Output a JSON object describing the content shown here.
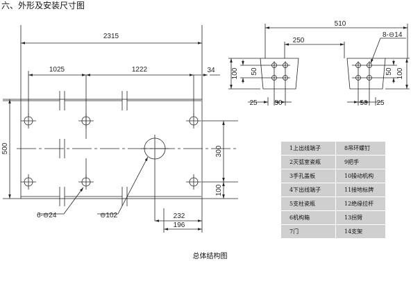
{
  "heading": "六、外形及安装尺寸图",
  "caption": "总体结构图",
  "dims": {
    "total_width": "2315",
    "left_span": "1025",
    "mid_span": "1222",
    "right_offset": "34",
    "height": "500",
    "upper_gap": "300",
    "lower_gap": "100",
    "offset_232": "232",
    "offset_196": "196",
    "holes_label": "6-⊖24",
    "hole_label": "⊖102"
  },
  "detail": {
    "overall": "510",
    "inner": "250",
    "bolts_label": "8-⊖14",
    "v100_left": "100",
    "v50_left": "50",
    "h25_left": "25",
    "h50_left": "50",
    "v50_right": "50",
    "v100_right": "100",
    "h50_right": "50",
    "h25_right": "25"
  },
  "legend": [
    [
      "1上出线端子",
      "8吊环螺钉"
    ],
    [
      "2灭弧室瓷瓶",
      "9把手"
    ],
    [
      "3手孔盖板",
      "10操动机构"
    ],
    [
      "4下出线端子",
      "11接地标牌"
    ],
    [
      "5支柱瓷瓶",
      "12绝缘拉杆"
    ],
    [
      "6机构箱",
      "13拐臂"
    ],
    [
      "7门",
      "14支架"
    ]
  ]
}
